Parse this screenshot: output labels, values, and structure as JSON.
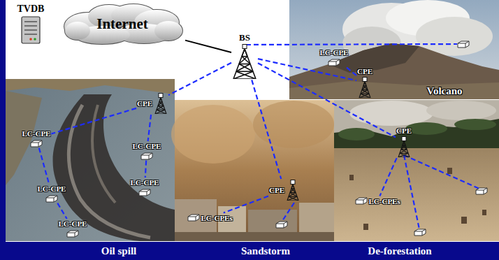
{
  "diagram": {
    "nodes": [
      {
        "text": [
          "TVDB"
        ]
      },
      {
        "text": [
          "Internet"
        ]
      },
      {
        "text": [
          "BS"
        ]
      },
      {
        "text": [
          "Volcano"
        ]
      },
      {
        "text": [
          "LC-CPE"
        ],
        "in": 3
      },
      {
        "text": [
          "CPE"
        ],
        "in": 3
      },
      {
        "text": [
          "Oil spill"
        ]
      },
      {
        "text": [
          "CPE"
        ],
        "in": 6
      },
      {
        "text": [
          "LC-CPE"
        ],
        "in": 6
      },
      {
        "text": [
          "LC-CPE"
        ],
        "in": 6
      },
      {
        "text": [
          "LC-CPE"
        ],
        "in": 6
      },
      {
        "text": [
          "LC-CPE"
        ],
        "in": 6
      },
      {
        "text": [
          "LC-CPE"
        ],
        "in": 6
      },
      {
        "text": [
          "Sandstorm"
        ]
      },
      {
        "text": [
          "CPE"
        ],
        "in": 13
      },
      {
        "text": [
          "LC-CPEs"
        ],
        "in": 13
      },
      {
        "text": [
          "De-forestation"
        ]
      },
      {
        "text": [
          "CPE"
        ],
        "in": 16
      },
      {
        "text": [
          "LC-CPEs"
        ],
        "in": 16
      }
    ],
    "edges": [
      {
        "from": 1,
        "to": 2,
        "arrow": "none"
      },
      {
        "from": 2,
        "to": 5,
        "arrow": "none"
      },
      {
        "from": 5,
        "to": 4,
        "arrow": "none"
      },
      {
        "from": 2,
        "to": 7,
        "arrow": "none"
      },
      {
        "from": 7,
        "to": 8,
        "arrow": "none"
      },
      {
        "from": 8,
        "to": 11,
        "arrow": "none"
      },
      {
        "from": 11,
        "to": 12,
        "arrow": "none"
      },
      {
        "from": 7,
        "to": 9,
        "arrow": "none"
      },
      {
        "from": 9,
        "to": 10,
        "arrow": "none"
      },
      {
        "from": 2,
        "to": 14,
        "arrow": "none"
      },
      {
        "from": 14,
        "to": 15,
        "arrow": "none"
      },
      {
        "from": 2,
        "to": 17,
        "arrow": "none"
      },
      {
        "from": 17,
        "to": 18,
        "arrow": "none"
      }
    ]
  }
}
